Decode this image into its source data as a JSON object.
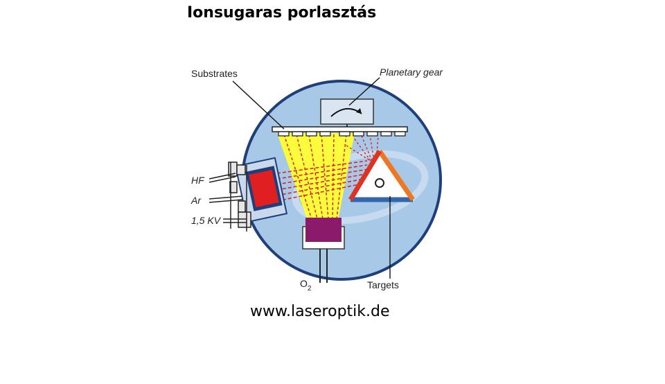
{
  "title": "Ionsugaras porlasztás",
  "source": "www.laseroptik.de",
  "labels": {
    "substrates": "Substrates",
    "planetary_gear": "Planetary gear",
    "hf": "HF",
    "ar": "Ar",
    "voltage": "1,5 KV",
    "oxygen_main": "O",
    "oxygen_sub": "2",
    "targets": "Targets"
  },
  "colors": {
    "chamber": "#a8c8e8",
    "chamber_stroke": "#1e3f7a",
    "beam": "#ffff33",
    "ion_beam": "#dd2222",
    "target_blue": "#3366aa",
    "target_orange": "#ee7722",
    "target_red": "#dd3322",
    "oxygen_source": "#8b1a6b"
  }
}
